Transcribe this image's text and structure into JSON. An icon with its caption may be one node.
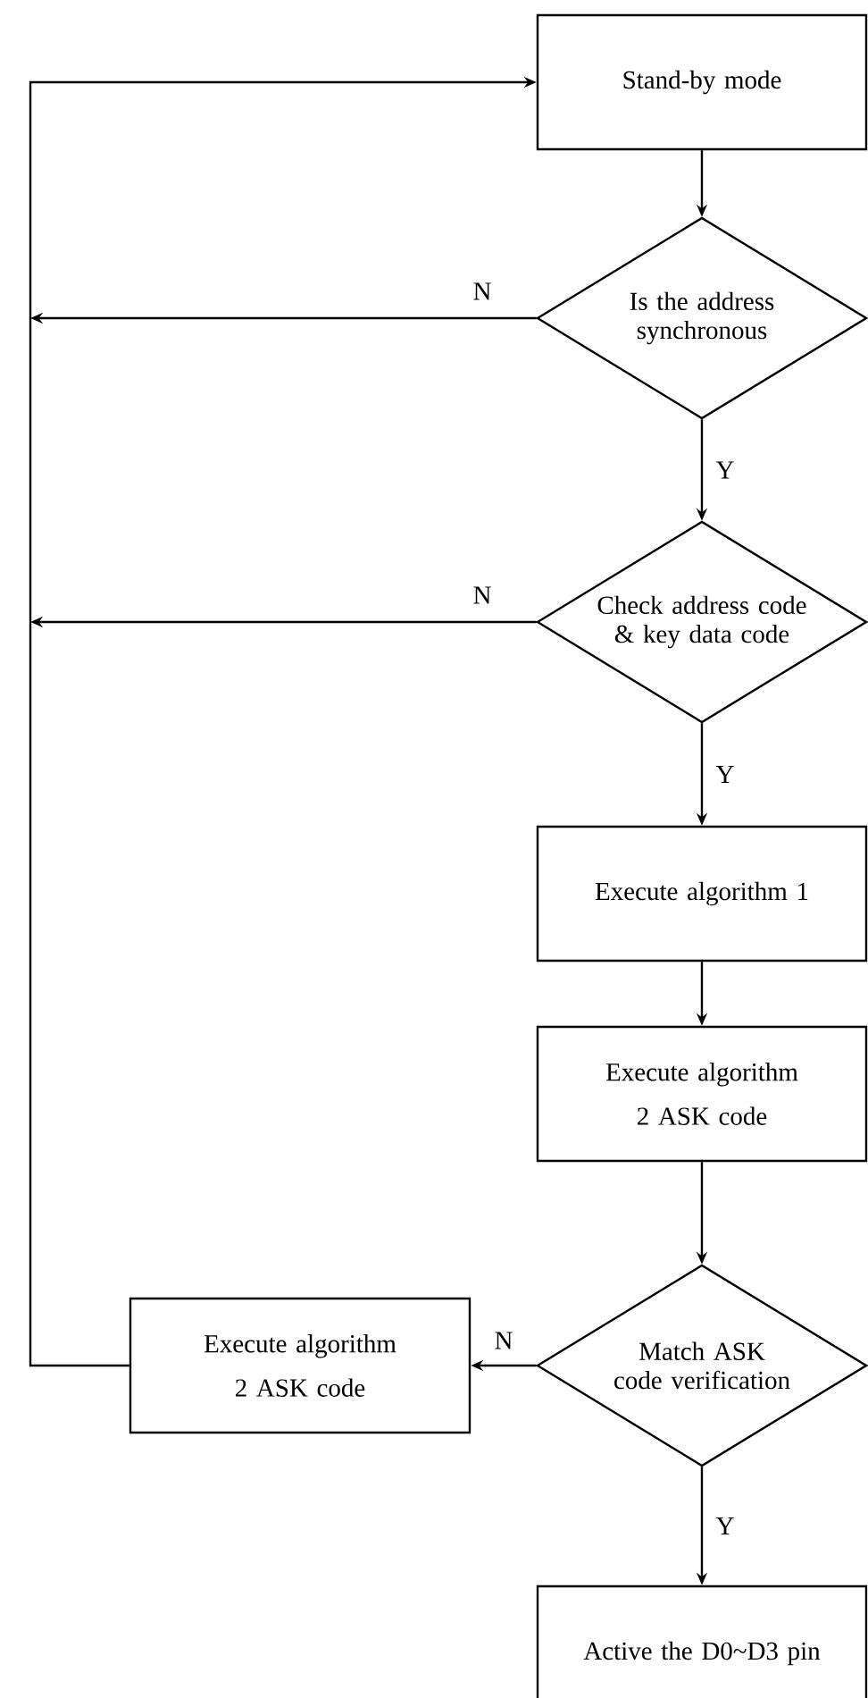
{
  "diagram": {
    "nodes": [
      {
        "text": [
          "Stand-by mode"
        ]
      },
      {
        "text": [
          "Is the address synchronous"
        ]
      },
      {
        "text": [
          "Check address code & key data code"
        ]
      },
      {
        "text": [
          "Execute algorithm 1"
        ]
      },
      {
        "text": [
          "Execute algorithm 2 ASK code"
        ]
      },
      {
        "text": [
          "Match ASK code verification"
        ]
      },
      {
        "text": [
          "Execute algorithm 2 ASK code"
        ]
      },
      {
        "text": [
          "Active the D0~D3 pin"
        ]
      }
    ],
    "edges": [
      {
        "from": 0,
        "to": 1,
        "arrow": "to"
      },
      {
        "from": 1,
        "to": 2,
        "arrow": "to",
        "label": "Y"
      },
      {
        "from": 1,
        "to": 0,
        "arrow": "to",
        "label": "N"
      },
      {
        "from": 2,
        "to": 3,
        "arrow": "to",
        "label": "Y"
      },
      {
        "from": 2,
        "to": 0,
        "arrow": "to",
        "label": "N"
      },
      {
        "from": 3,
        "to": 4,
        "arrow": "to"
      },
      {
        "from": 4,
        "to": 5,
        "arrow": "to"
      },
      {
        "from": 5,
        "to": 6,
        "arrow": "to",
        "label": "N"
      },
      {
        "from": 6,
        "to": 0,
        "arrow": "to"
      },
      {
        "from": 5,
        "to": 7,
        "arrow": "to",
        "label": "Y"
      }
    ]
  }
}
